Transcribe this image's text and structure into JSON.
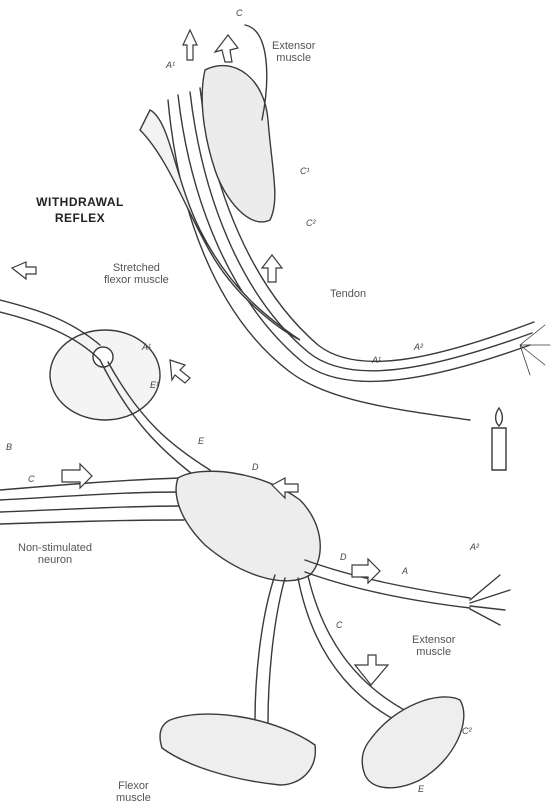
{
  "title_line1": "WITHDRAWAL",
  "title_line2": "REFLEX",
  "labels": {
    "extensor_top_1": "Extensor",
    "extensor_top_2": "muscle",
    "stretched_1": "Stretched",
    "stretched_2": "flexor muscle",
    "tendon": "Tendon",
    "non_stim_1": "Non-stimulated",
    "non_stim_2": "neuron",
    "extensor_bottom_1": "Extensor",
    "extensor_bottom_2": "muscle",
    "flexor_1": "Flexor",
    "flexor_2": "muscle"
  },
  "tags": {
    "c_top": "C",
    "a1_top": "A¹",
    "c1": "C¹",
    "c2": "C²",
    "a_tendon": "A¹",
    "a2_tendon": "A²",
    "b_ganglion": "B",
    "a1_ganglion": "A¹",
    "e1": "E¹",
    "e": "E",
    "d": "D",
    "d_lower": "D",
    "c_left": "C",
    "a_right": "A",
    "a2_right": "A²",
    "c_lower": "C",
    "c2_lower": "C²",
    "e_bottom": "E"
  }
}
